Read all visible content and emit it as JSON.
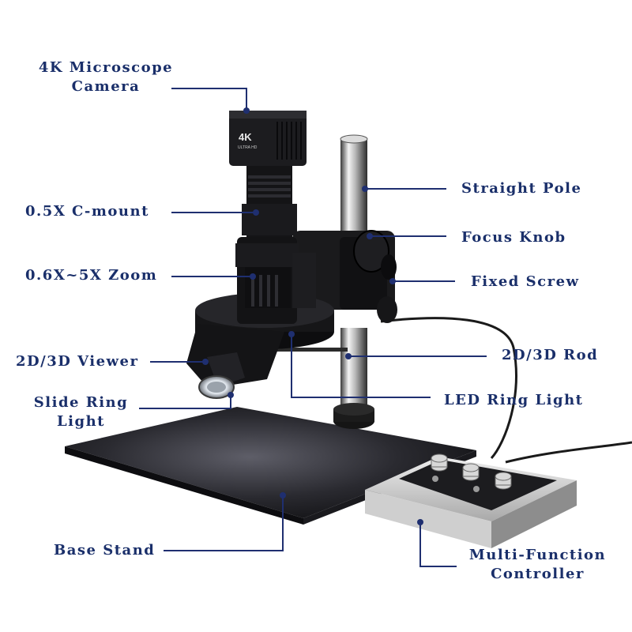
{
  "colors": {
    "label": "#1a2f6a",
    "leader": "#1f2f70"
  },
  "labels": {
    "camera": [
      "4K Microscope",
      "Camera"
    ],
    "cmount": "0.5X C-mount",
    "zoom": "0.6X~5X Zoom",
    "viewer": "2D/3D Viewer",
    "slide_ring": [
      "Slide Ring",
      "Light"
    ],
    "base_stand": "Base Stand",
    "straight_pole": "Straight Pole",
    "focus_knob": "Focus Knob",
    "fixed_screw": "Fixed Screw",
    "rod": "2D/3D Rod",
    "led_ring": "LED Ring Light",
    "controller": [
      "Multi-Function",
      "Controller"
    ]
  },
  "camera_badge": {
    "mark": "4K",
    "sub": "ULTRA HD"
  }
}
